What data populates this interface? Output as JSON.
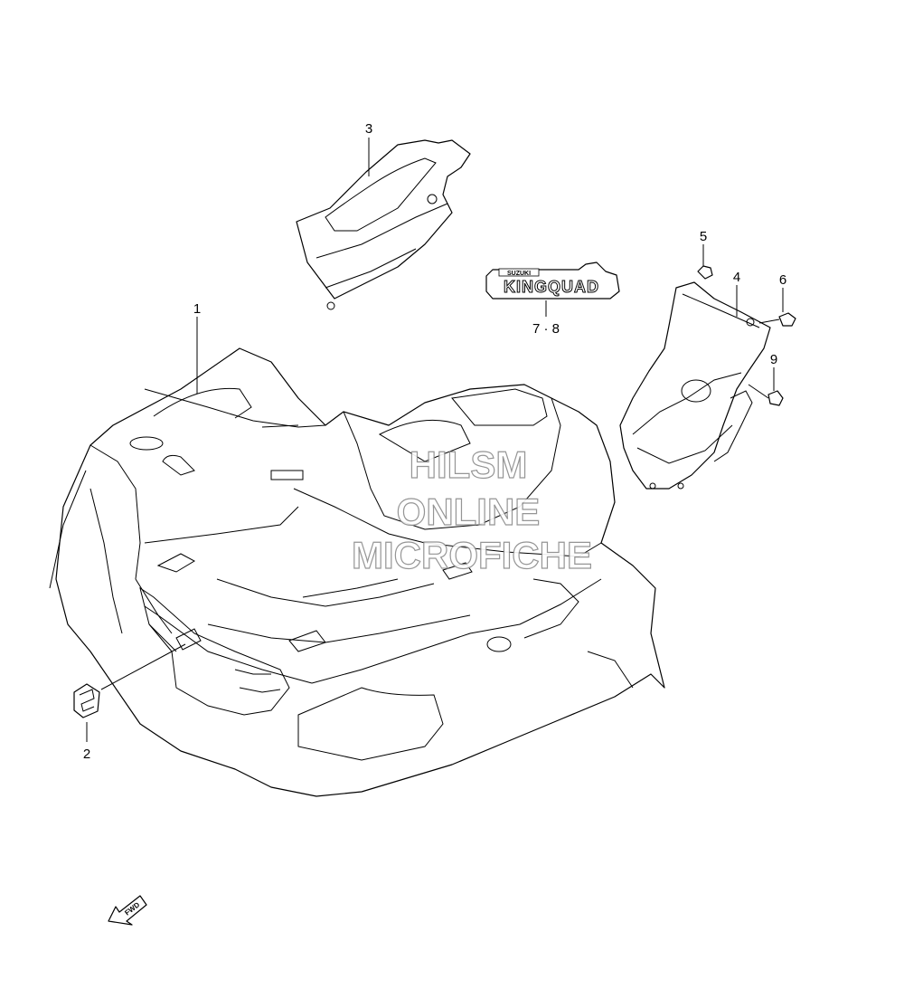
{
  "callouts": {
    "c1": "1",
    "c2": "2",
    "c3": "3",
    "c4": "4",
    "c5": "5",
    "c6": "6",
    "c78": "7 · 8",
    "c9": "9"
  },
  "decal": {
    "brand": "SUZUKI",
    "model": "KINGQUAD"
  },
  "watermark": {
    "line1": "HILSM",
    "line2": "ONLINE",
    "line3": "MICROFICHE"
  },
  "direction_arrow": {
    "label": "FWD"
  }
}
